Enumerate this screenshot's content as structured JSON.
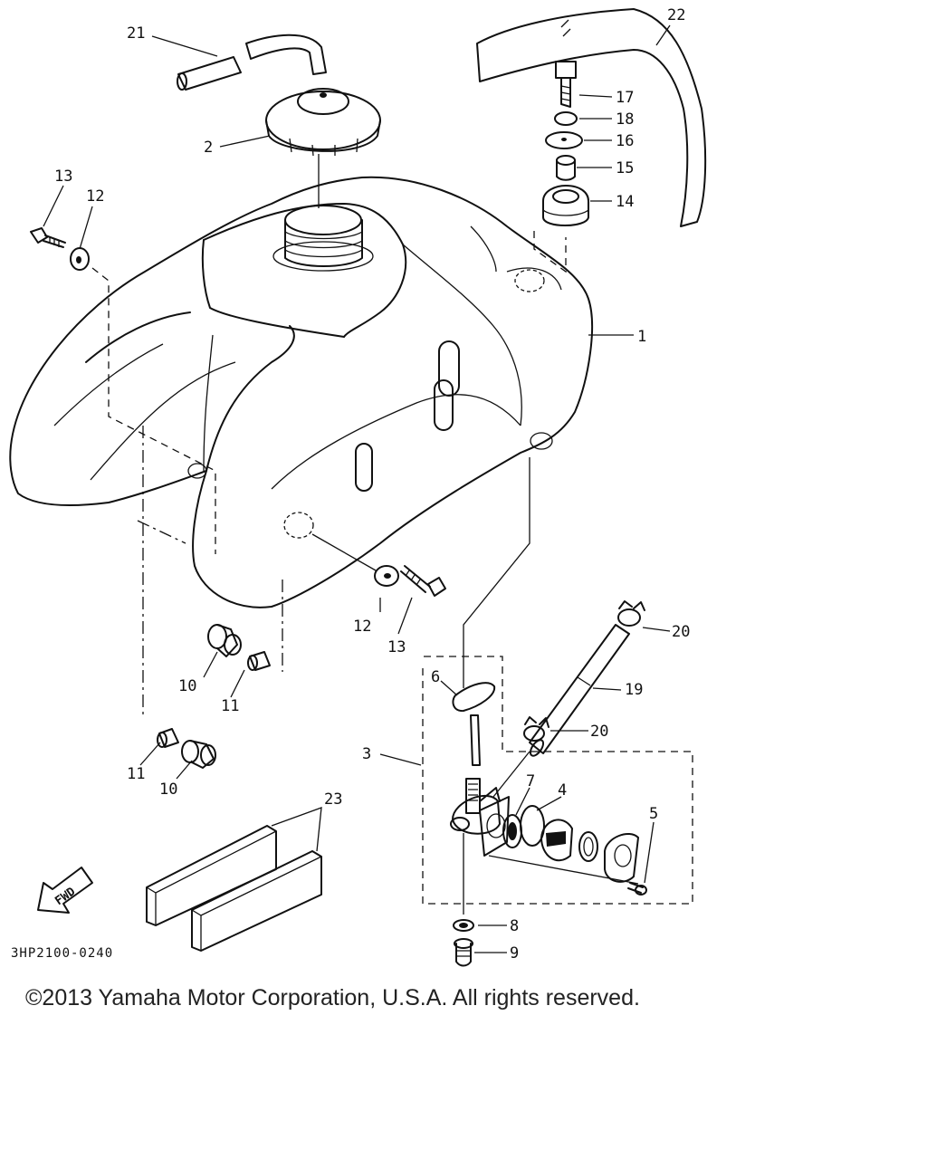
{
  "diagram": {
    "code": "3HP2100-0240",
    "fwd_label": "FWD",
    "callouts": {
      "c1": "1",
      "c2": "2",
      "c3": "3",
      "c4": "4",
      "c5": "5",
      "c6": "6",
      "c7": "7",
      "c8": "8",
      "c9": "9",
      "c10a": "10",
      "c10b": "10",
      "c11a": "11",
      "c11b": "11",
      "c12a": "12",
      "c12b": "12",
      "c13a": "13",
      "c13b": "13",
      "c14": "14",
      "c15": "15",
      "c16": "16",
      "c17": "17",
      "c18": "18",
      "c19": "19",
      "c20a": "20",
      "c20b": "20",
      "c21": "21",
      "c22": "22",
      "c23": "23"
    }
  },
  "footer": {
    "copyright": "©2013 Yamaha Motor Corporation, U.S.A. All rights reserved."
  }
}
